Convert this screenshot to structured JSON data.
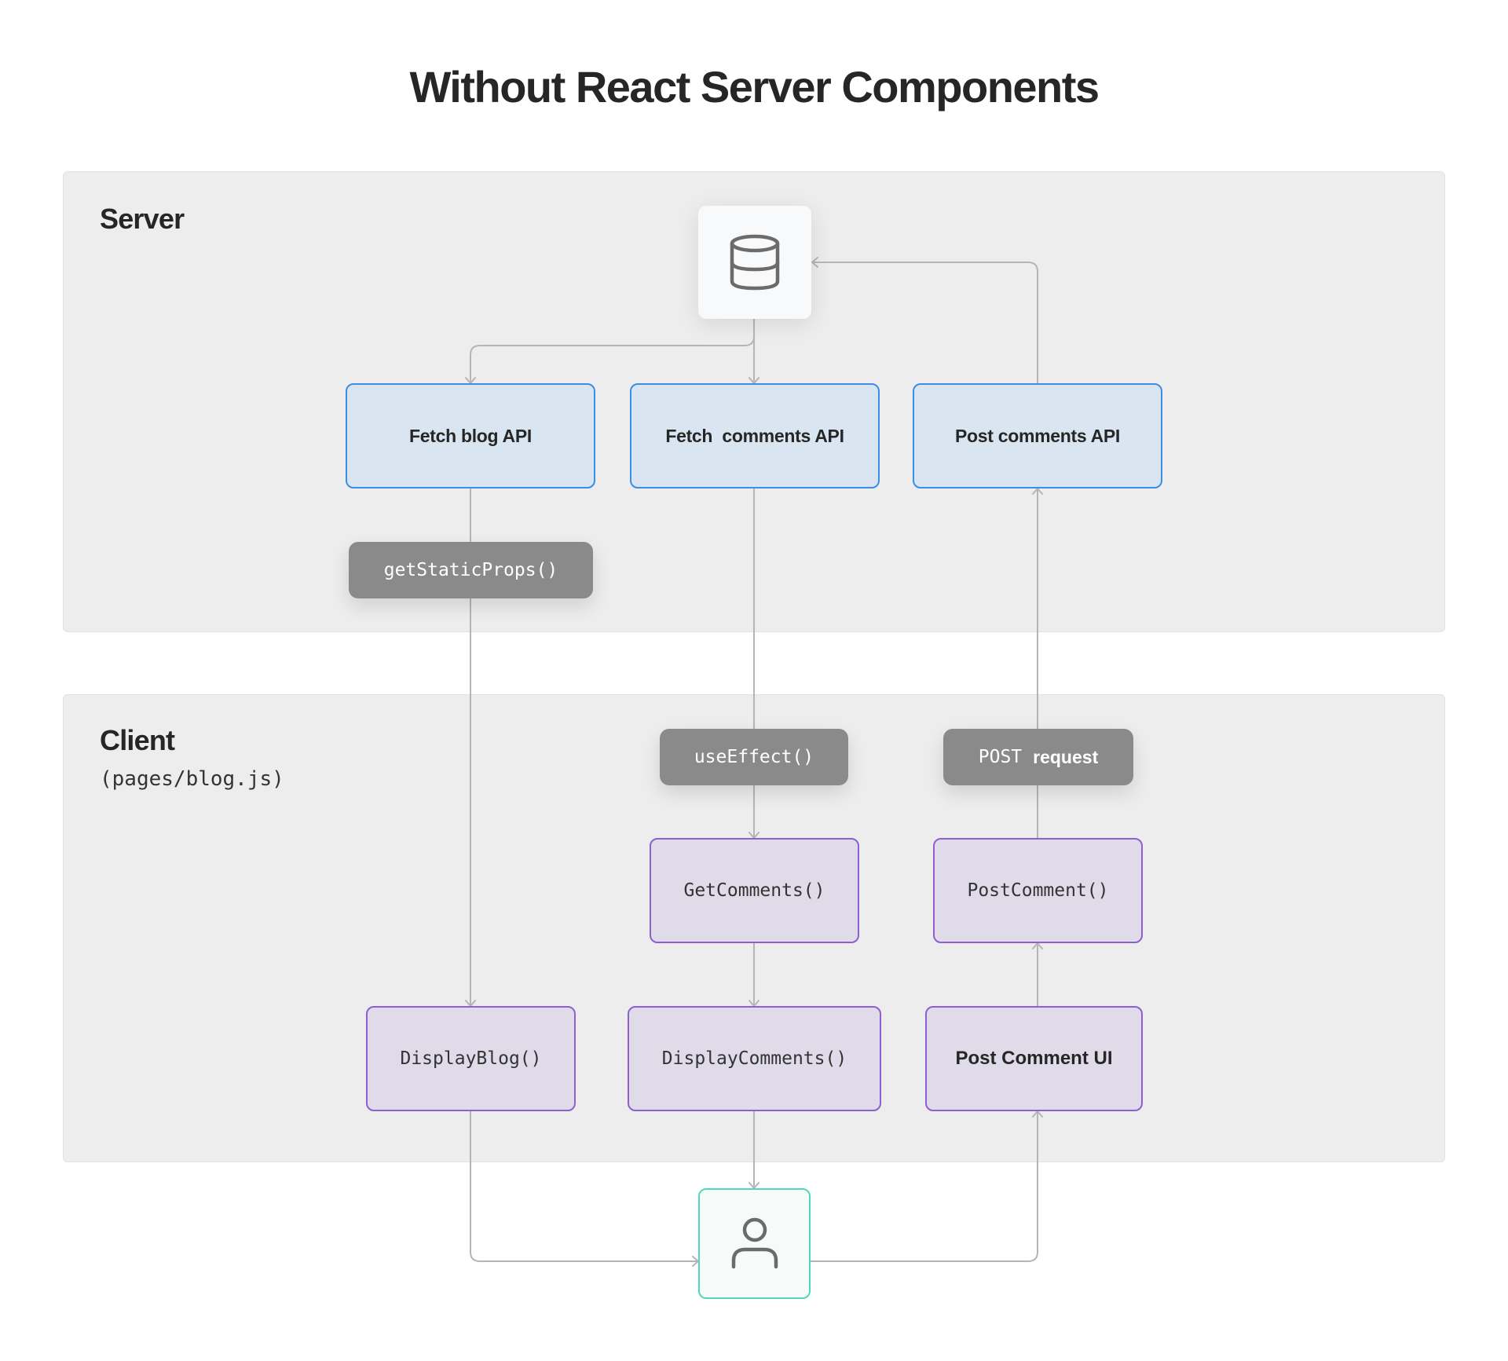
{
  "title": "Without React Server Components",
  "server_panel": {
    "label": "Server"
  },
  "client_panel": {
    "label": "Client",
    "sublabel": "(pages/blog.js)"
  },
  "nodes": {
    "database": {
      "icon": "database-icon"
    },
    "fetch_blog_api": "Fetch blog API",
    "fetch_comments_api": "Fetch  comments API",
    "post_comments_api": "Post comments API",
    "get_static_props": "getStaticProps()",
    "use_effect": "useEffect()",
    "post_request": {
      "method": "POST",
      "label": "request"
    },
    "get_comments": "GetComments()",
    "post_comment": "PostComment()",
    "display_blog": "DisplayBlog()",
    "display_comments": "DisplayComments()",
    "post_comment_ui": "Post Comment UI",
    "user": {
      "icon": "user-icon"
    }
  },
  "edges": [
    {
      "from": "database",
      "to": "fetch_blog_api"
    },
    {
      "from": "database",
      "to": "fetch_comments_api"
    },
    {
      "from": "post_comments_api",
      "to": "database"
    },
    {
      "from": "fetch_blog_api",
      "via": "get_static_props",
      "to": "display_blog"
    },
    {
      "from": "fetch_comments_api",
      "via": "use_effect",
      "to": "get_comments"
    },
    {
      "from": "get_comments",
      "to": "display_comments"
    },
    {
      "from": "display_comments",
      "to": "user"
    },
    {
      "from": "display_blog",
      "to": "user"
    },
    {
      "from": "user",
      "to": "post_comment_ui"
    },
    {
      "from": "post_comment_ui",
      "to": "post_comment"
    },
    {
      "from": "post_comment",
      "via": "post_request",
      "to": "post_comments_api"
    }
  ],
  "colors": {
    "api_fill": "#d9e5f0",
    "api_border": "#3b8ee8",
    "component_fill": "#e0dbe9",
    "component_border": "#8f5fd1",
    "pill_fill": "#8a8a8a",
    "user_border": "#4fd8bd",
    "connector": "#b5b5b5"
  }
}
